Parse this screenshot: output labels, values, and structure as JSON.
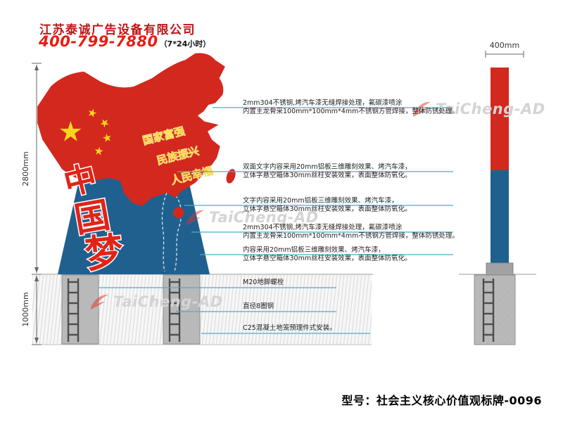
{
  "header": {
    "company": "江苏泰诚广告设备有限公司",
    "phone": "400-799-7880",
    "hotline_note": "（7*24小时）"
  },
  "drawing": {
    "dims": {
      "total_height": "2800mm",
      "foundation_depth": "1000mm",
      "side_width": "400mm"
    },
    "map_slogan": [
      "国家富强",
      "民族振兴",
      "人民幸福"
    ],
    "dream_chars": [
      "中",
      "国",
      "梦"
    ],
    "annotations": [
      {
        "lines": [
          "2mm304不锈钢,烤汽车漆无缝焊接处理，氟碳漆喷涂",
          "内置主龙骨采100mm*100mm*4mm不锈钢方管焊接，整体防锈处理。"
        ]
      },
      {
        "lines": [
          "双面文字内容采用20mm铝板三维雕刻效果、烤汽车漆，",
          "立体字悬空箱体30mm丝柱安装效果，表面整体防氧化。"
        ]
      },
      {
        "lines": [
          "文字内容采用20mm铝板三维雕刻效果、烤汽车漆，",
          "立体字悬空箱体30mm丝柱安装效果，表面整体防氧化。"
        ]
      },
      {
        "lines": [
          "2mm304不锈钢,烤汽车漆无缝焊接处理，氟碳漆喷涂",
          "内置主龙骨采100mm*100mm*4mm不锈钢方管焊接，整体防锈处理。"
        ]
      },
      {
        "lines": [
          "内容采用20mm铝板三维雕刻效果、烤汽车漆，",
          "立体字悬空箱体30mm丝柱安装效果，表面整体防氧化。"
        ]
      },
      {
        "lines": [
          "M20地脚螺栓"
        ]
      },
      {
        "lines": [
          "直径8圈钢"
        ]
      },
      {
        "lines": [
          "C25混凝土地笼预理件式安装。"
        ]
      }
    ],
    "watermark": "TaiCheng-AD"
  },
  "footer": {
    "model": "型号：社会主义核心价值观标牌-0096"
  },
  "colors": {
    "map_red": "#d3281e",
    "base_blue": "#20608f",
    "star_yellow": "#f8d71c",
    "leader_cyan": "#45b1c9",
    "brand_red": "#c01418"
  }
}
